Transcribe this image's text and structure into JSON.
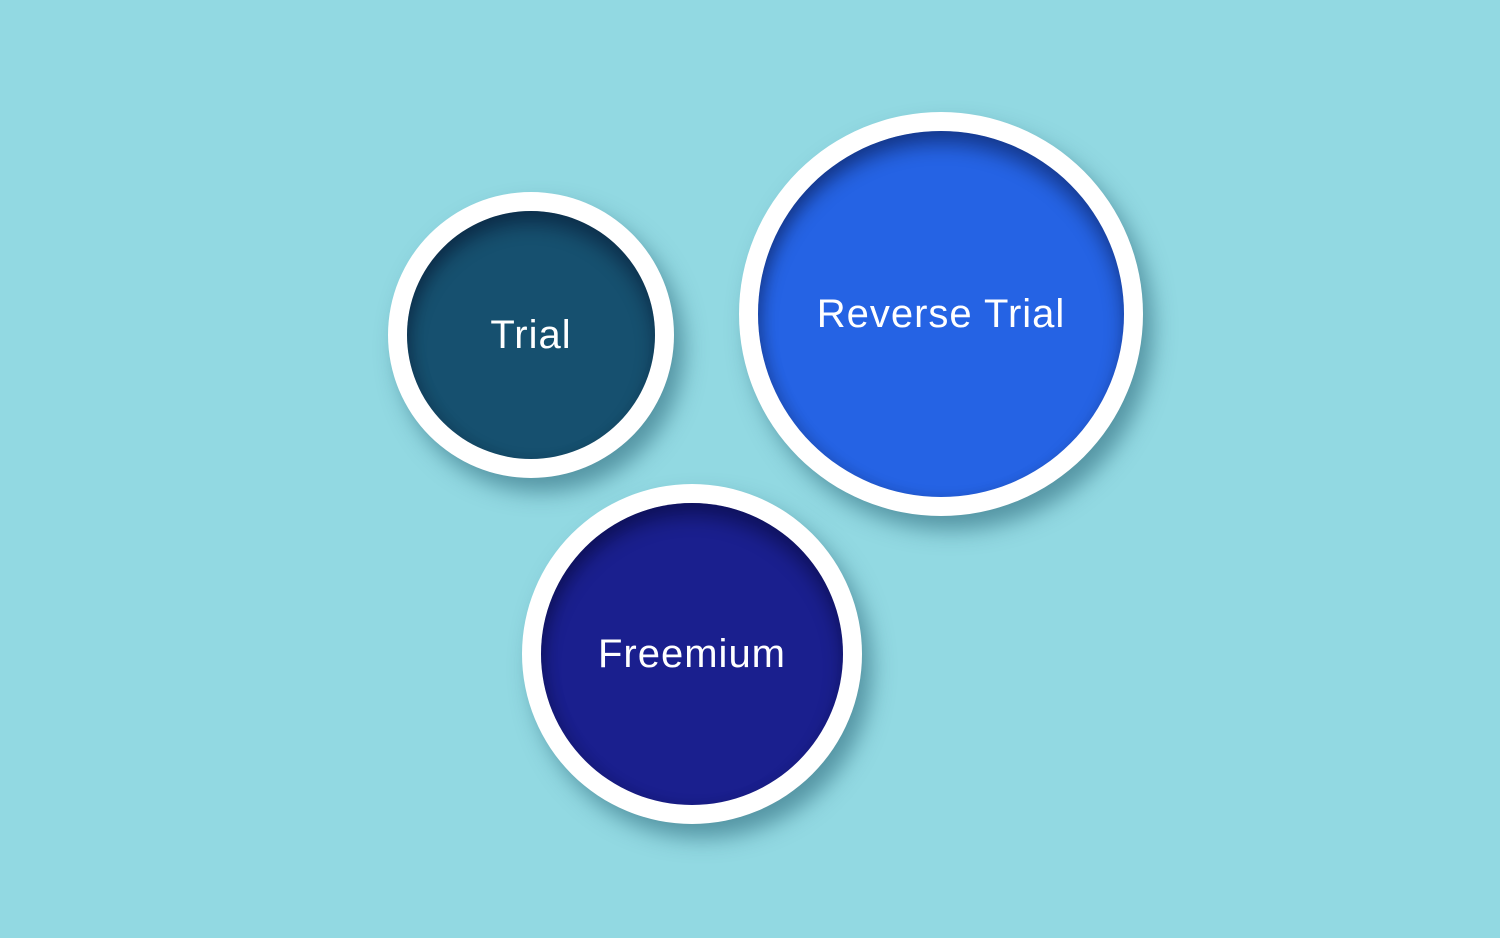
{
  "diagram": {
    "background_color": "#92d9e2",
    "ring_color": "#ffffff",
    "label_color": "#ffffff",
    "circles": [
      {
        "id": "trial",
        "label": "Trial",
        "fill": "#16506f",
        "relative_size": "medium"
      },
      {
        "id": "reverse-trial",
        "label": "Reverse Trial",
        "fill": "#2563e4",
        "relative_size": "large"
      },
      {
        "id": "freemium",
        "label": "Freemium",
        "fill": "#1a1f8e",
        "relative_size": "medium-large"
      }
    ]
  }
}
